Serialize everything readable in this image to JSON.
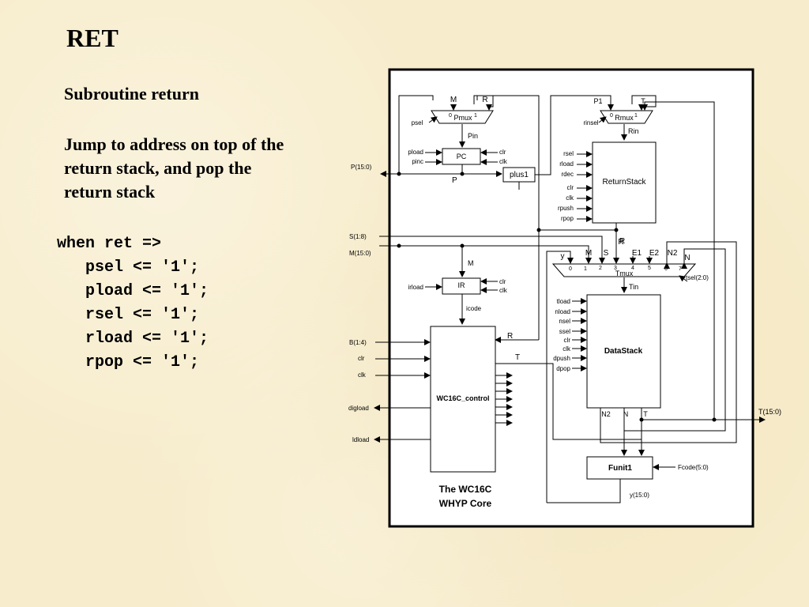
{
  "slide": {
    "title": "RET",
    "subtitle": "Subroutine return",
    "description": [
      "Jump to address on top of the",
      "return stack, and pop the",
      "return stack"
    ],
    "code": [
      "when ret =>",
      "   psel <= '1';",
      "   pload <= '1';",
      "   rsel <= '1';",
      "   rload <= '1';",
      "   rpop <= '1';"
    ]
  },
  "diagram": {
    "pmux": {
      "name": "Pmux",
      "in0": "M",
      "in1": "R",
      "sel": "psel",
      "out": "Pin",
      "zero": "0",
      "one": "1"
    },
    "pc": {
      "name": "PC",
      "inputs": [
        "pload",
        "pinc"
      ],
      "ctrl": [
        "clr",
        "clk"
      ],
      "out": "P"
    },
    "plus1": "plus1",
    "p_bus": "P(15:0)",
    "rmux": {
      "name": "Rmux",
      "in0": "P1",
      "in1": "T",
      "sel": "rinsel",
      "out": "Rin",
      "zero": "0",
      "one": "1"
    },
    "returnstack": {
      "name": "ReturnStack",
      "inputs": [
        "rsel",
        "rload",
        "rdec",
        "clr",
        "clk",
        "rpush",
        "rpop"
      ],
      "out": "R"
    },
    "s_bus": "S(1:8)",
    "m_bus": "M(15:0)",
    "tmux": {
      "name": "Tmux",
      "inputs": [
        "y",
        "M",
        "S",
        "R",
        "E1",
        "E2",
        "N2",
        "N"
      ],
      "indices": [
        "0",
        "1",
        "2",
        "3",
        "4",
        "5",
        "6",
        "7"
      ],
      "sel": "tsel(2:0)",
      "out": "Tin"
    },
    "ir": {
      "name": "IR",
      "in": "M",
      "load": "irload",
      "ctrl": [
        "clr",
        "clk"
      ],
      "out": "icode"
    },
    "control": {
      "name": "WC16C_control",
      "inputs": [
        "B(1:4)",
        "clr",
        "clk"
      ],
      "outputs": [
        "digload",
        "ldload"
      ],
      "right_inputs": [
        "R",
        "T"
      ]
    },
    "datastack": {
      "name": "DataStack",
      "inputs": [
        "tload",
        "nload",
        "nsel",
        "ssel",
        "clr",
        "clk",
        "dpush",
        "dpop"
      ],
      "outputs": [
        "N2",
        "N",
        "T"
      ]
    },
    "t_bus": "T(15:0)",
    "funit": {
      "name": "Funit1",
      "fcode": "Fcode(5:0)",
      "out": "y(15:0)"
    },
    "caption": [
      "The WC16C",
      "WHYP Core"
    ]
  }
}
